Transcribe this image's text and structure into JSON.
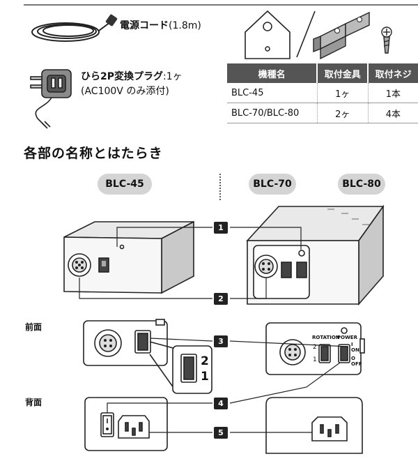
{
  "accessories": {
    "cord_label": "電源コード",
    "cord_length": "(1.8m)",
    "adapter_label": "ひら2P変換プラグ",
    "adapter_qty": ":1ヶ",
    "adapter_note": "(AC100V のみ添付)"
  },
  "mount_table": {
    "headers": [
      "機種名",
      "取付金具",
      "取付ネジ"
    ],
    "rows": [
      [
        "BLC-45",
        "1ヶ",
        "1本"
      ],
      [
        "BLC-70/BLC-80",
        "2ヶ",
        "4本"
      ]
    ]
  },
  "section_title": "各部の名称とはたらき",
  "models": [
    "BLC-45",
    "BLC-70",
    "BLC-80"
  ],
  "views": {
    "front": "前面",
    "back": "背面"
  },
  "callouts": [
    "1",
    "2",
    "3",
    "4",
    "5"
  ],
  "panel_text": {
    "rotation": "ROTATION",
    "power": "POWER",
    "pos2": "2",
    "pos1": "1",
    "on": "I ON",
    "off": "O OFF",
    "zoom2": "2",
    "zoom1": "1"
  }
}
